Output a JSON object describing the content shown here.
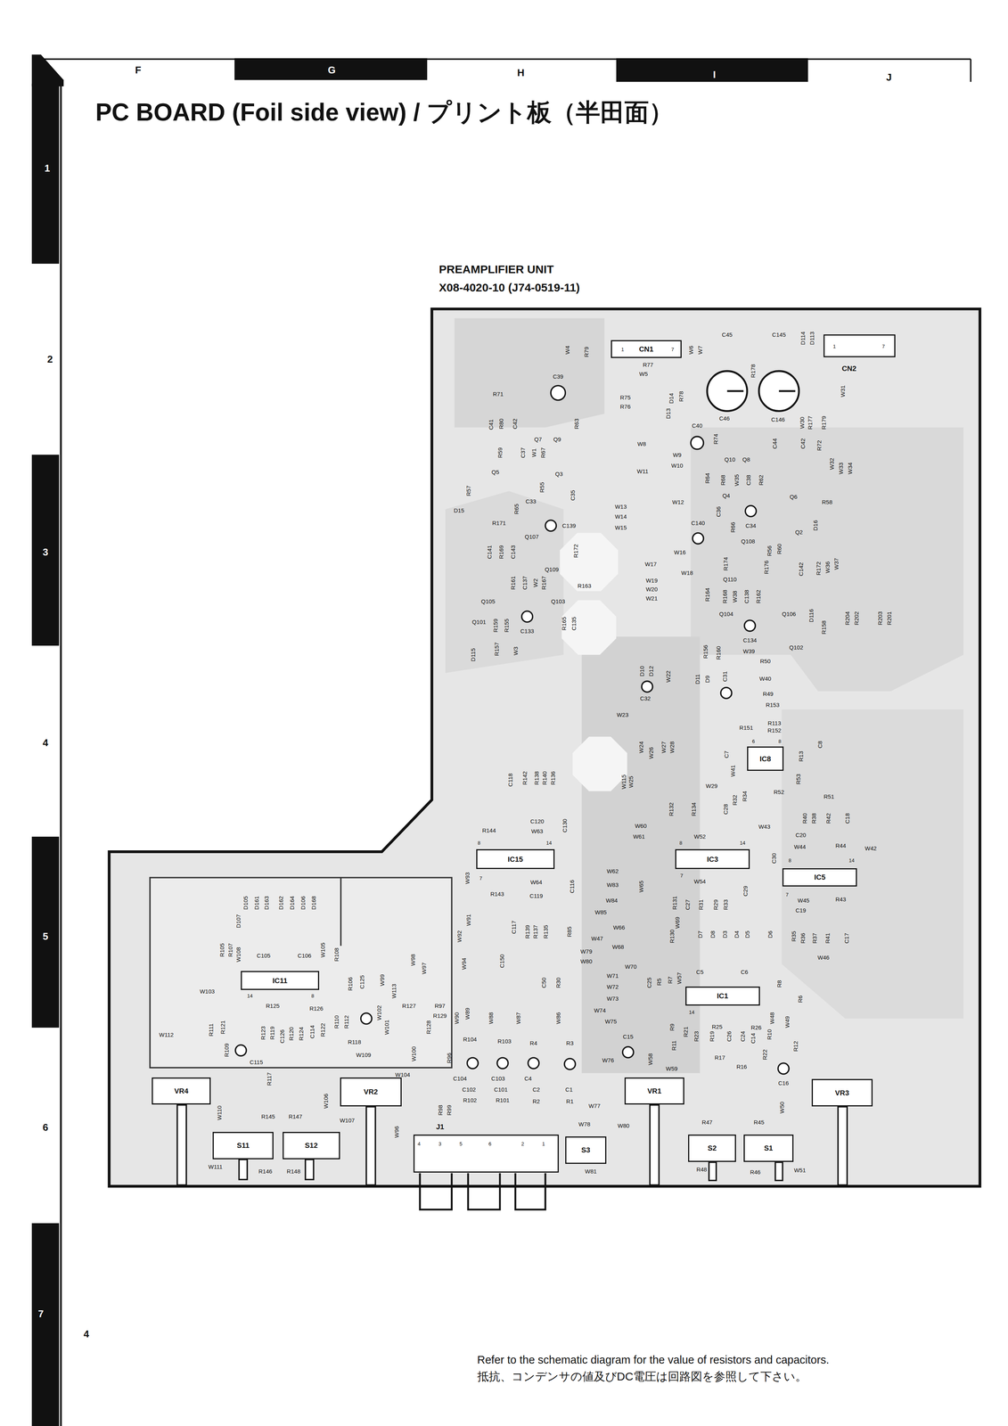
{
  "diagram": {
    "title": "PC BOARD (Foil side view) / プリント板（半田面）",
    "caption": "Refer to the schematic diagram for the value of resistors and capacitors.",
    "nodes": [
      {
        "text": [
          "PREAMPLIFIER UNIT",
          "X08-4020-10 (J74-0519-11)"
        ]
      },
      {
        "text": [
          "CN1"
        ],
        "in": 0
      },
      {
        "text": [
          "CN2"
        ],
        "in": 0
      },
      {
        "text": [
          "IC8"
        ],
        "in": 0
      },
      {
        "text": [
          "IC15"
        ],
        "in": 0
      },
      {
        "text": [
          "IC3"
        ],
        "in": 0
      },
      {
        "text": [
          "IC5"
        ],
        "in": 0
      },
      {
        "text": [
          "IC11"
        ],
        "in": 0
      },
      {
        "text": [
          "IC1"
        ],
        "in": 0
      },
      {
        "text": [
          "VR4"
        ],
        "in": 0
      },
      {
        "text": [
          "VR2"
        ],
        "in": 0
      },
      {
        "text": [
          "VR1"
        ],
        "in": 0
      },
      {
        "text": [
          "VR3"
        ],
        "in": 0
      },
      {
        "text": [
          "S11"
        ],
        "in": 0
      },
      {
        "text": [
          "S12"
        ],
        "in": 0
      },
      {
        "text": [
          "J1"
        ],
        "in": 0
      },
      {
        "text": [
          "S3"
        ],
        "in": 0
      },
      {
        "text": [
          "S2"
        ],
        "in": 0
      },
      {
        "text": [
          "S1"
        ],
        "in": 0
      }
    ],
    "labels": [
      "F",
      "G",
      "H",
      "I",
      "J",
      "1",
      "2",
      "3",
      "4",
      "5",
      "6",
      "7",
      "4",
      "抵抗、コンデンサの値及びDC電圧は回路図を参照して下さい。",
      "1",
      "7",
      "1",
      "7",
      "W4",
      "R79",
      "W6",
      "W7",
      "D114",
      "D113",
      "C45",
      "C145",
      "R77",
      "W5",
      "R178",
      "W31",
      "C39",
      "R71",
      "R75",
      "R76",
      "D14",
      "R78",
      "D13",
      "C46",
      "C146",
      "W30",
      "R177",
      "R179",
      "C41",
      "R80",
      "C42",
      "R63",
      "Q7",
      "Q9",
      "C40",
      "R74",
      "C44",
      "C42",
      "R72",
      "W8",
      "W9",
      "W10",
      "Q10",
      "Q8",
      "R59",
      "C37",
      "W1",
      "R67",
      "Q5",
      "Q3",
      "W11",
      "R64",
      "R68",
      "W35",
      "C38",
      "R62",
      "W32",
      "W33",
      "W34",
      "R57",
      "R55",
      "C35",
      "C33",
      "Q4",
      "Q6",
      "W13",
      "W14",
      "W15",
      "W12",
      "R58",
      "D15",
      "R65",
      "C36",
      "R171",
      "C139",
      "C140",
      "C34",
      "R66",
      "Q2",
      "D16",
      "Q107",
      "Q108",
      "C141",
      "R169",
      "C143",
      "R172",
      "W16",
      "R56",
      "R60",
      "R174",
      "R176",
      "C142",
      "R172",
      "W36",
      "W37",
      "Q109",
      "W17",
      "W18",
      "Q110",
      "R161",
      "C137",
      "W2",
      "R167",
      "R163",
      "W19",
      "W20",
      "W21",
      "R164",
      "R168",
      "W38",
      "C138",
      "R162",
      "R204",
      "R202",
      "R203",
      "R201",
      "Q105",
      "Q103",
      "Q104",
      "Q106",
      "D116",
      "R159",
      "R155",
      "R165",
      "C135",
      "Q101",
      "C133",
      "R158",
      "C134",
      "R157",
      "D115",
      "W3",
      "R156",
      "R160",
      "W39",
      "Q102",
      "R50",
      "D10",
      "D12",
      "W22",
      "D11",
      "D9",
      "W40",
      "C32",
      "C31",
      "R49",
      "R153",
      "W23",
      "R113",
      "R151",
      "R152",
      "W24",
      "W26",
      "W27",
      "W28",
      "C7",
      "W41",
      "6",
      "8",
      "R13",
      "C8",
      "R53",
      "C118",
      "R142",
      "R138",
      "R140",
      "R136",
      "W115",
      "W25",
      "W29",
      "R52",
      "R51",
      "R132",
      "R134",
      "C28",
      "R32",
      "R34",
      "R40",
      "R38",
      "R42",
      "C18",
      "C120",
      "W63",
      "C130",
      "W60",
      "W61",
      "R144",
      "W43",
      "C20",
      "W52",
      "W44",
      "R44",
      "W42",
      "8",
      "14",
      "8",
      "14",
      "8",
      "14",
      "W62",
      "W93",
      "C30",
      "7",
      "7",
      "7",
      "W54",
      "W64",
      "W83",
      "C116",
      "W65",
      "R143",
      "C119",
      "W84",
      "C29",
      "W45",
      "R43",
      "C19",
      "R131",
      "C27",
      "R31",
      "R29",
      "R33",
      "W85",
      "W91",
      "W66",
      "W92",
      "C117",
      "R139",
      "R137",
      "R135",
      "R85",
      "W69",
      "R130",
      "D7",
      "D8",
      "D3",
      "D4",
      "D5",
      "D6",
      "R35",
      "R36",
      "R37",
      "R41",
      "C17",
      "W47",
      "W68",
      "W79",
      "W46",
      "W80",
      "W94",
      "C150",
      "W70",
      "C5",
      "C6",
      "W71",
      "W72",
      "W73",
      "W74",
      "W75",
      "C25",
      "R5",
      "R7",
      "W57",
      "C50",
      "R30",
      "R8",
      "R6",
      "14",
      "D107",
      "D105",
      "D161",
      "D163",
      "D162",
      "D164",
      "D106",
      "D168",
      "R105",
      "R107",
      "W108",
      "C105",
      "C106",
      "W105",
      "R108",
      "W103",
      "14",
      "8",
      "R106",
      "C125",
      "W99",
      "W113",
      "W98",
      "W97",
      "R125",
      "R126",
      "R127",
      "R97",
      "R129",
      "R110",
      "R112",
      "W102",
      "W101",
      "R128",
      "R111",
      "R121",
      "R123",
      "R119",
      "C126",
      "R120",
      "R124",
      "C114",
      "R122",
      "W112",
      "R118",
      "R109",
      "W100",
      "W109",
      "C115",
      "W104",
      "R117",
      "W90",
      "W89",
      "W88",
      "W87",
      "W86",
      "R104",
      "R103",
      "R4",
      "R3",
      "R96",
      "C104",
      "C103",
      "C4",
      "C102",
      "C101",
      "C2",
      "C1",
      "R102",
      "R101",
      "R2",
      "R1",
      "R98",
      "R99",
      "C15",
      "W76",
      "W58",
      "R9",
      "R11",
      "R21",
      "R23",
      "W59",
      "R25",
      "R26",
      "R19",
      "C26",
      "C24",
      "C14",
      "R10",
      "W48",
      "W49",
      "R22",
      "R12",
      "R17",
      "R16",
      "C16",
      "W106",
      "W110",
      "R145",
      "R147",
      "W107",
      "W96",
      "4",
      "3",
      "5",
      "6",
      "2",
      "1",
      "W77",
      "W78",
      "W80",
      "W81",
      "R47",
      "R45",
      "W50",
      "W111",
      "R146",
      "R148",
      "R48",
      "R46",
      "W51"
    ]
  }
}
